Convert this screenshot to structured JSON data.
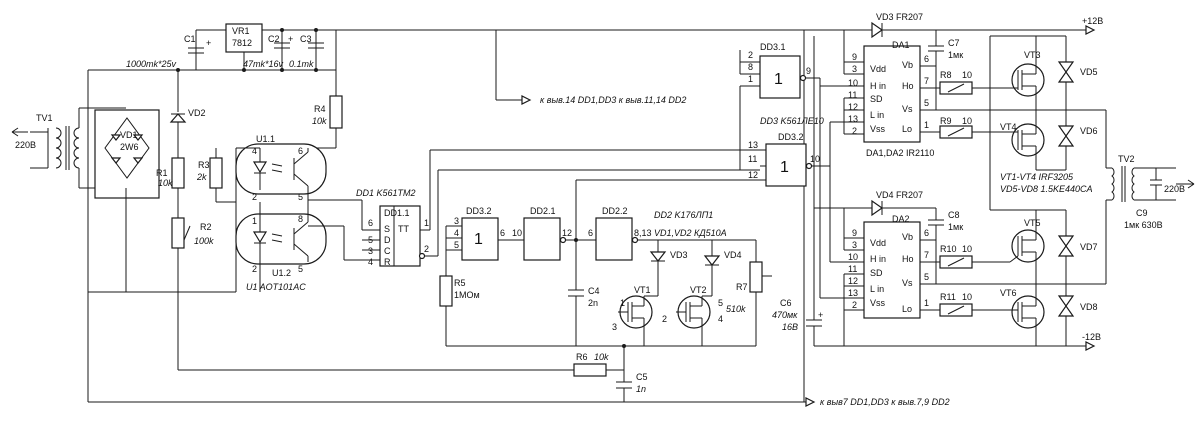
{
  "labels": {
    "tv1": "TV1",
    "in_220": "220В",
    "vd1": "VD1",
    "vd1_type": "2W6",
    "vd2": "VD2",
    "r1": "R1",
    "r1_val": "10k",
    "r2": "R2",
    "r2_val": "100k",
    "r3": "R3",
    "r3_val": "2k",
    "r4": "R4",
    "r4_val": "10k",
    "c1": "C1",
    "c1_val": "1000mk*25v",
    "vr1": "VR1",
    "vr1_type": "7812",
    "c2": "C2",
    "c2_val": "47mk*16v",
    "c3": "C3",
    "c3_val": "0.1mk",
    "u11": "U1.1",
    "u12": "U1.2",
    "u1_type": "U1  AOT101AC",
    "dd1_type": "DD1 K561TM2",
    "dd11": "DD1.1",
    "dd32": "DD3.2",
    "dd21": "DD2.1",
    "dd22": "DD2.2",
    "dd31_top": "DD3.1",
    "dd32_top": "DD3.2",
    "dd3_type": "DD3 K561ЛЕ10",
    "dd2_type": "DD2 K176ЛП1",
    "vd12_type": "VD1,VD2 КД510А",
    "r5": "R5",
    "r5_val": "1МОм",
    "c4": "C4",
    "c4_val": "2n",
    "c5": "C5",
    "c5_val": "1n",
    "r6": "R6",
    "r6_val": "10k",
    "r7": "R7",
    "r7_val": "510k",
    "vt1": "VT1",
    "vt2": "VT2",
    "vd3": "VD3",
    "vd4": "VD4",
    "c6": "C6",
    "c6_val": "470мк",
    "c6_v": "16В",
    "net_power": "к выв.14 DD1,DD3 к выв.11,14 DD2",
    "net_gnd": "к выв7 DD1,DD3 к выв.7,9 DD2",
    "vd3_fr": "VD3  FR207",
    "vd4_fr": "VD4  FR207",
    "da1": "DA1",
    "da2": "DA2",
    "da_type": "DA1,DA2 IR2110",
    "c7": "C7",
    "c7_val": "1мк",
    "c8": "C8",
    "c8_val": "1мк",
    "r8": "R8",
    "r8_val": "10",
    "r9": "R9",
    "r9_val": "10",
    "r10": "R10",
    "r10_val": "10",
    "r11": "R11",
    "r11_val": "10",
    "vt3": "VT3",
    "vt4": "VT4",
    "vt5": "VT5",
    "vt6": "VT6",
    "vd5": "VD5",
    "vd6": "VD6",
    "vd7": "VD7",
    "vd8": "VD8",
    "vt_type": "VT1-VT4 IRF3205",
    "vd_type": "VD5-VD8 1.5KE440CA",
    "tv2": "TV2",
    "out_220": "220В",
    "c9": "C9",
    "c9_val": "1мк 630В",
    "plus12": "+12В",
    "minus12": "-12В"
  },
  "gates": {
    "gate_and": "1",
    "gate_one": "1",
    "tt": "TT",
    "s": "S",
    "d": "D",
    "c": "C",
    "r": "R"
  },
  "ir2110": {
    "left": [
      "Vdd",
      "H in",
      "SD",
      "L in",
      "Vss"
    ],
    "right": [
      "Vb",
      "Ho",
      "Vs",
      "Lo"
    ]
  },
  "pins": {
    "u11": [
      "4",
      "6",
      "2",
      "5"
    ],
    "u12": [
      "1",
      "8",
      "2",
      "5"
    ],
    "dd1": [
      "6",
      "5",
      "3",
      "4",
      "1",
      "2"
    ],
    "dd3_2": [
      "3",
      "4",
      "5",
      "6"
    ],
    "dd2_1": [
      "10",
      "12"
    ],
    "dd2_2": [
      "6",
      "8,13"
    ],
    "dd31": [
      "2",
      "8",
      "1",
      "9"
    ],
    "dd32_top": [
      "13",
      "11",
      "12",
      "10"
    ],
    "da1_left": [
      "9",
      "3",
      "10",
      "11",
      "12",
      "13",
      "2"
    ],
    "da1_right": [
      "6",
      "7",
      "5",
      "1"
    ],
    "da2_left": [
      "9",
      "3",
      "10",
      "11",
      "12",
      "13",
      "2"
    ],
    "da2_right": [
      "6",
      "7",
      "5",
      "1"
    ],
    "vt1": [
      "1",
      "3",
      "2"
    ],
    "vt2": [
      "5",
      "4"
    ]
  }
}
